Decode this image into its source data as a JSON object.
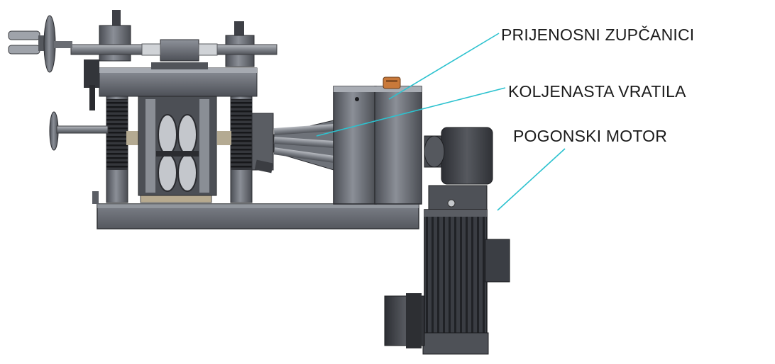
{
  "labels": {
    "gears": "PRIJENOSNI ZUPČANICI",
    "shafts": "KOLJENASTA VRATILA",
    "motor": "POGONSKI MOTOR"
  },
  "colors": {
    "leader_line": "#2cc2cf",
    "metal_dark": "#3f4248",
    "metal_mid": "#6d7179",
    "metal_light": "#9ea2a9",
    "spring": "#2a2b2f",
    "accent_cap": "#c9793a"
  }
}
